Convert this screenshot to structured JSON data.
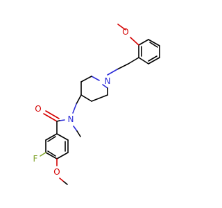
{
  "molecule": {
    "atoms": {
      "o_top": {
        "label": "O",
        "color": "#d40000"
      },
      "n_ring": {
        "label": "N",
        "color": "#2b2bd9"
      },
      "n_amide": {
        "label": "N",
        "color": "#2b2bd9"
      },
      "o_carbonyl": {
        "label": "O",
        "color": "#d40000"
      },
      "f": {
        "label": "F",
        "color": "#7fa32a"
      },
      "o_bottom": {
        "label": "O",
        "color": "#d40000"
      }
    }
  }
}
